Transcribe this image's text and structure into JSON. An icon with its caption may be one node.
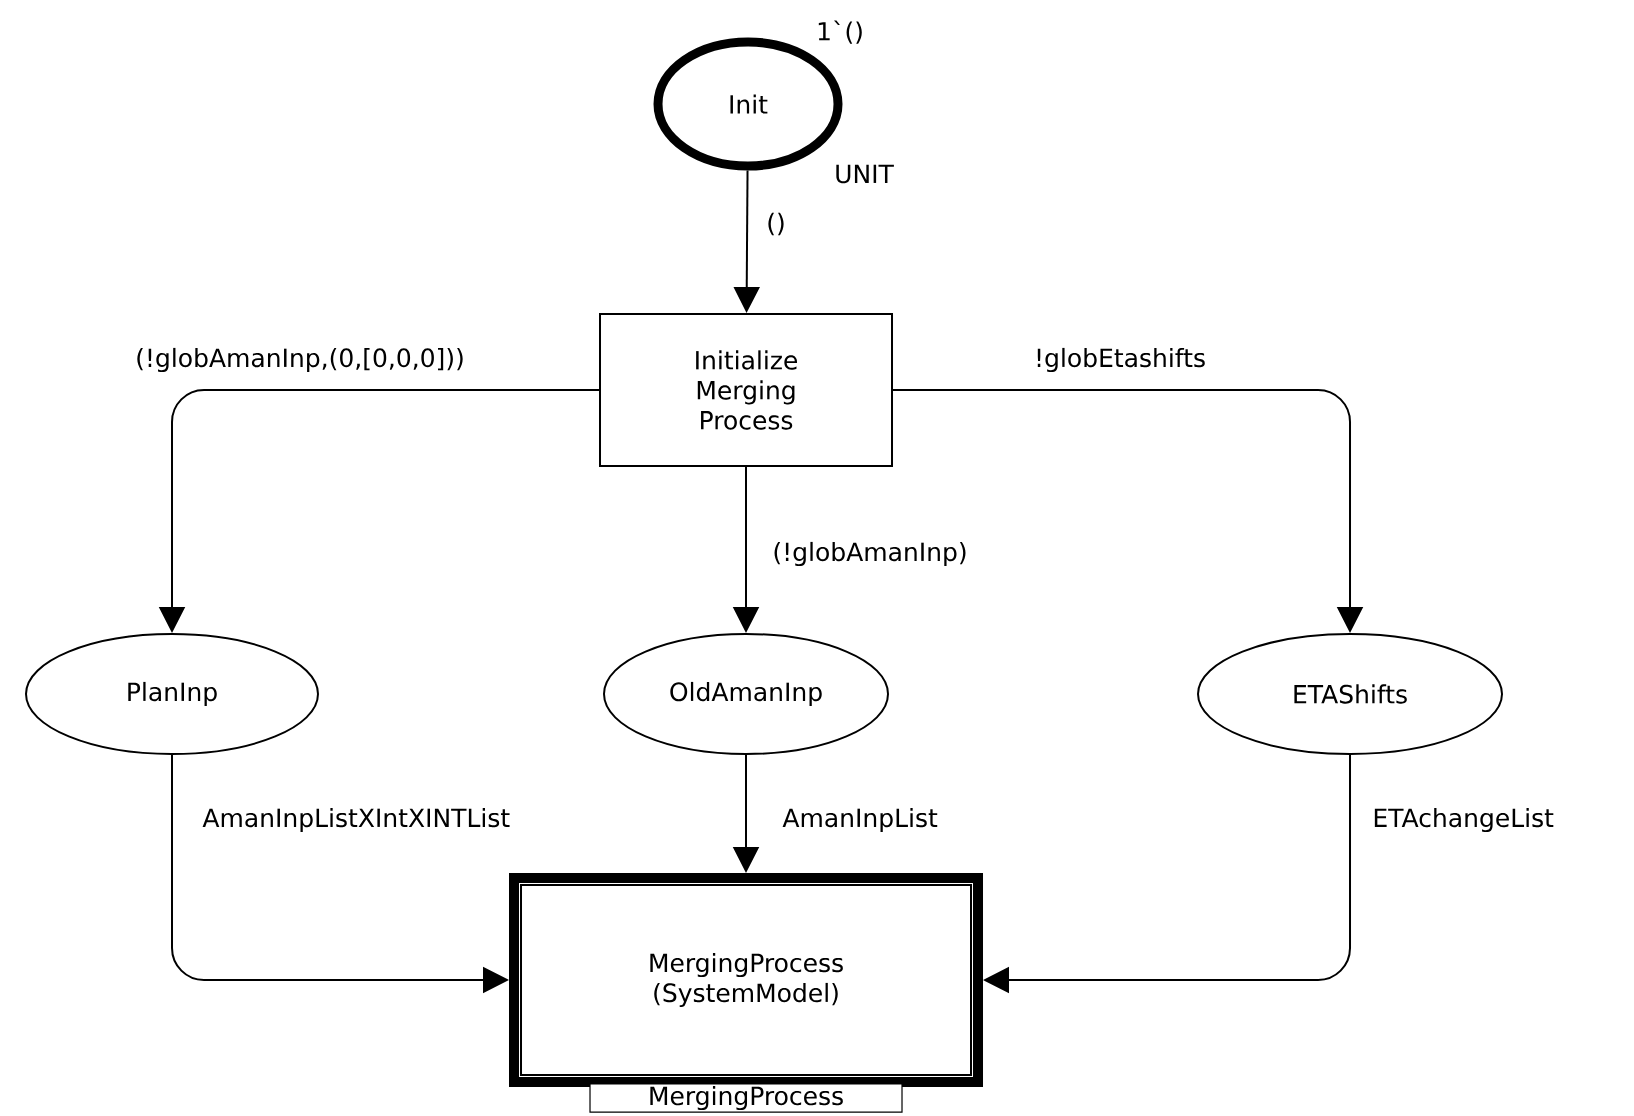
{
  "diagram": {
    "nodes": [
      {
        "text": [
          "Init"
        ],
        "beside": [
          "1`()",
          "UNIT"
        ]
      },
      {
        "text": [
          "Initialize Merging Process"
        ]
      },
      {
        "text": [
          "PlanInp"
        ],
        "beside": [
          "AmanInpListXIntXINTList"
        ]
      },
      {
        "text": [
          "OldAmanInp"
        ],
        "beside": [
          "AmanInpList"
        ]
      },
      {
        "text": [
          "ETAShifts"
        ],
        "beside": [
          "ETAchangeList"
        ]
      },
      {
        "text": [
          "MergingProcess (SystemModel)"
        ],
        "beside": [
          "MergingProcess"
        ]
      }
    ],
    "edges": [
      {
        "from": 0,
        "to": 1,
        "arrow": "to",
        "label": "()"
      },
      {
        "from": 1,
        "to": 2,
        "arrow": "to",
        "label": "(!globAmanInp,(0,[0,0,0]))"
      },
      {
        "from": 1,
        "to": 3,
        "arrow": "to",
        "label": "(!globAmanInp)"
      },
      {
        "from": 1,
        "to": 4,
        "arrow": "to",
        "label": "!globEtashifts"
      },
      {
        "from": 2,
        "to": 5,
        "arrow": "to"
      },
      {
        "from": 3,
        "to": 5,
        "arrow": "to"
      },
      {
        "from": 4,
        "to": 5,
        "arrow": "to"
      }
    ]
  }
}
